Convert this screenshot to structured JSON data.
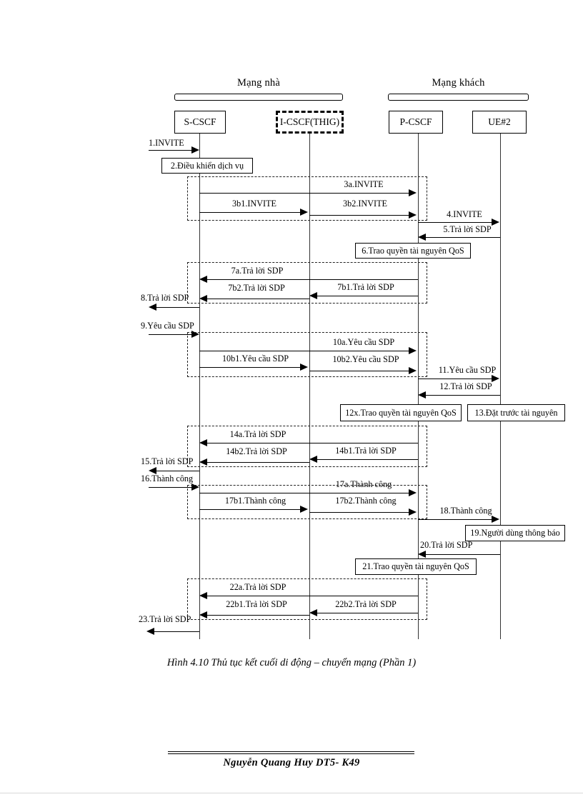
{
  "document": {
    "caption": "Hình 4.10  Thủ tục kết cuối di động – chuyển mạng (Phần 1)",
    "footer": "Nguyễn Quang Huy DT5- K49"
  },
  "networks": [
    {
      "id": "home",
      "label": "Mạng nhà"
    },
    {
      "id": "visited",
      "label": "Mạng khách"
    }
  ],
  "nodes": [
    {
      "id": "s-cscf",
      "label": "S-CSCF",
      "style": "solid"
    },
    {
      "id": "i-cscf",
      "label": "I-CSCF(THIG)",
      "style": "dashed"
    },
    {
      "id": "p-cscf",
      "label": "P-CSCF",
      "style": "solid"
    },
    {
      "id": "ue2",
      "label": "UE#2",
      "style": "solid"
    }
  ],
  "messages": [
    {
      "n": "1",
      "label": "1.INVITE"
    },
    {
      "n": "3a",
      "label": "3a.INVITE"
    },
    {
      "n": "3b1",
      "label": "3b1.INVITE"
    },
    {
      "n": "3b2",
      "label": "3b2.INVITE"
    },
    {
      "n": "4",
      "label": "4.INVITE"
    },
    {
      "n": "5",
      "label": "5.Trả lời SDP"
    },
    {
      "n": "7a",
      "label": "7a.Trả lời SDP"
    },
    {
      "n": "7b1",
      "label": "7b1.Trả lời SDP"
    },
    {
      "n": "7b2",
      "label": "7b2.Trả lời SDP"
    },
    {
      "n": "8",
      "label": "8.Trả lời SDP"
    },
    {
      "n": "9",
      "label": "9.Yêu cầu SDP"
    },
    {
      "n": "10a",
      "label": "10a.Yêu cầu SDP"
    },
    {
      "n": "10b1",
      "label": "10b1.Yêu cầu SDP"
    },
    {
      "n": "10b2",
      "label": "10b2.Yêu cầu SDP"
    },
    {
      "n": "11",
      "label": "11.Yêu cầu SDP"
    },
    {
      "n": "12",
      "label": "12.Trả lời SDP"
    },
    {
      "n": "14a",
      "label": "14a.Trả lời SDP"
    },
    {
      "n": "14b1",
      "label": "14b1.Trả lời SDP"
    },
    {
      "n": "14b2",
      "label": "14b2.Trả lời SDP"
    },
    {
      "n": "15",
      "label": "15.Trả lời SDP"
    },
    {
      "n": "16",
      "label": "16.Thành công"
    },
    {
      "n": "17a",
      "label": "17a.Thành công"
    },
    {
      "n": "17b1",
      "label": "17b1.Thành công"
    },
    {
      "n": "17b2",
      "label": "17b2.Thành công"
    },
    {
      "n": "18",
      "label": "18.Thành công"
    },
    {
      "n": "20",
      "label": "20.Trả lời SDP"
    },
    {
      "n": "22a",
      "label": "22a.Trả lời SDP"
    },
    {
      "n": "22b1",
      "label": "22b1.Trả lời SDP"
    },
    {
      "n": "22b2",
      "label": "22b2.Trả lời SDP"
    },
    {
      "n": "23",
      "label": "23.Trả lời SDP"
    }
  ],
  "process_boxes": [
    {
      "n": "2",
      "label": "2.Điều khiển dịch vụ"
    },
    {
      "n": "6",
      "label": "6.Trao quyền tài nguyên QoS"
    },
    {
      "n": "12x",
      "label": "12x.Trao quyền tài nguyên QoS"
    },
    {
      "n": "13",
      "label": "13.Đặt trước tài nguyên"
    },
    {
      "n": "19",
      "label": "19.Người dùng thông báo"
    },
    {
      "n": "21",
      "label": "21.Trao quyền tài nguyên QoS"
    }
  ]
}
